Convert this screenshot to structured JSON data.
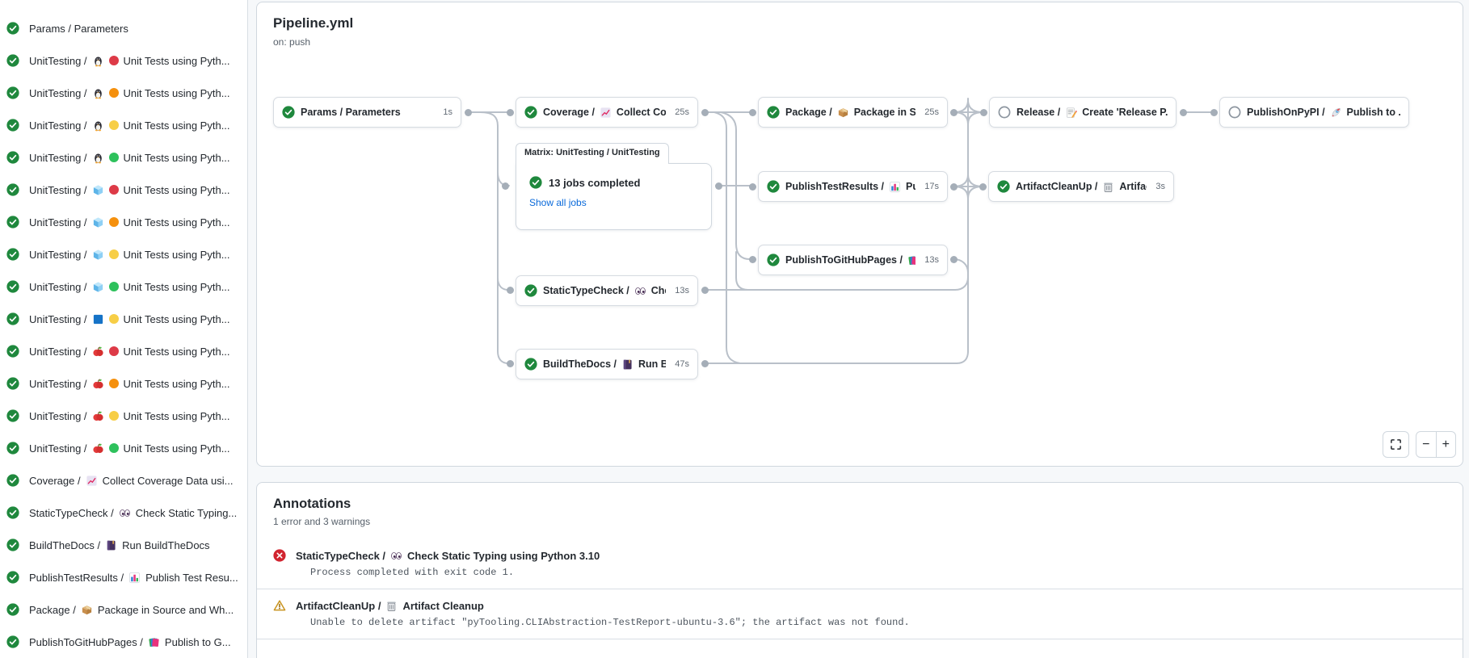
{
  "sidebar": {
    "items": [
      {
        "status": "success",
        "name": "Params / Parameters"
      },
      {
        "status": "success",
        "name": "UnitTesting /",
        "icon": "linux-icon",
        "dot": "#dd3a47",
        "step": "Unit Tests using Pyth..."
      },
      {
        "status": "success",
        "name": "UnitTesting /",
        "icon": "linux-icon",
        "dot": "#f5900d",
        "step": "Unit Tests using Pyth..."
      },
      {
        "status": "success",
        "name": "UnitTesting /",
        "icon": "linux-icon",
        "dot": "#f7ce46",
        "step": "Unit Tests using Pyth..."
      },
      {
        "status": "success",
        "name": "UnitTesting /",
        "icon": "linux-icon",
        "dot": "#2ec15c",
        "step": "Unit Tests using Pyth..."
      },
      {
        "status": "success",
        "name": "UnitTesting /",
        "icon": "ice-cube-icon",
        "dot": "#dd3a47",
        "step": "Unit Tests using Pyth..."
      },
      {
        "status": "success",
        "name": "UnitTesting /",
        "icon": "ice-cube-icon",
        "dot": "#f5900d",
        "step": "Unit Tests using Pyth..."
      },
      {
        "status": "success",
        "name": "UnitTesting /",
        "icon": "ice-cube-icon",
        "dot": "#f7ce46",
        "step": "Unit Tests using Pyth..."
      },
      {
        "status": "success",
        "name": "UnitTesting /",
        "icon": "ice-cube-icon",
        "dot": "#2ec15c",
        "step": "Unit Tests using Pyth..."
      },
      {
        "status": "success",
        "name": "UnitTesting /",
        "icon": "windows-icon",
        "dot": "#f7ce46",
        "step": "Unit Tests using Pyth..."
      },
      {
        "status": "success",
        "name": "UnitTesting /",
        "icon": "apple-icon",
        "dot": "#dd3a47",
        "step": "Unit Tests using Pyth..."
      },
      {
        "status": "success",
        "name": "UnitTesting /",
        "icon": "apple-icon",
        "dot": "#f5900d",
        "step": "Unit Tests using Pyth..."
      },
      {
        "status": "success",
        "name": "UnitTesting /",
        "icon": "apple-icon",
        "dot": "#f7ce46",
        "step": "Unit Tests using Pyth..."
      },
      {
        "status": "success",
        "name": "UnitTesting /",
        "icon": "apple-icon",
        "dot": "#2ec15c",
        "step": "Unit Tests using Pyth..."
      },
      {
        "status": "success",
        "name": "Coverage /",
        "icon": "chart-increasing-icon",
        "step": "Collect Coverage Data usi..."
      },
      {
        "status": "success",
        "name": "StaticTypeCheck /",
        "icon": "eyes-icon",
        "step": "Check Static Typing..."
      },
      {
        "status": "success",
        "name": "BuildTheDocs /",
        "icon": "book-icon",
        "step": "Run BuildTheDocs"
      },
      {
        "status": "success",
        "name": "PublishTestResults /",
        "icon": "bar-chart-icon",
        "step": "Publish Test Resu..."
      },
      {
        "status": "success",
        "name": "Package /",
        "icon": "package-icon",
        "step": "Package in Source and Wh..."
      },
      {
        "status": "success",
        "name": "PublishToGitHubPages /",
        "icon": "books-icon",
        "step": "Publish to G..."
      }
    ]
  },
  "pipeline": {
    "title": "Pipeline.yml",
    "trigger": "on: push",
    "matrix": {
      "tab": "Matrix: UnitTesting / UnitTesting",
      "status": "success",
      "summary": "13 jobs completed",
      "link": "Show all jobs"
    },
    "nodes": [
      {
        "id": "params",
        "status": "success",
        "name": "Params / Parameters",
        "duration": "1s"
      },
      {
        "id": "coverage",
        "status": "success",
        "name": "Coverage /",
        "icon": "chart-increasing-icon",
        "step": "Collect Cove...",
        "duration": "25s"
      },
      {
        "id": "package",
        "status": "success",
        "name": "Package /",
        "icon": "package-icon",
        "step": "Package in So...",
        "duration": "25s"
      },
      {
        "id": "release",
        "status": "skipped",
        "name": "Release /",
        "icon": "memo-icon",
        "step": "Create 'Release P...",
        "duration": ""
      },
      {
        "id": "publishonpypi",
        "status": "skipped",
        "name": "PublishOnPyPI /",
        "icon": "rocket-icon",
        "step": "Publish to ...",
        "duration": ""
      },
      {
        "id": "publishtestresults",
        "status": "success",
        "name": "PublishTestResults /",
        "icon": "bar-chart-icon",
        "step": "Pu...",
        "duration": "17s"
      },
      {
        "id": "artifactcleanup",
        "status": "success",
        "name": "ArtifactCleanUp /",
        "icon": "trash-icon",
        "step": "Artifac...",
        "duration": "3s"
      },
      {
        "id": "publishtogithubpages",
        "status": "success",
        "name": "PublishToGitHubPages /",
        "icon": "books-icon",
        "step": "...",
        "duration": "13s"
      },
      {
        "id": "statictypecheck",
        "status": "success",
        "name": "StaticTypeCheck /",
        "icon": "eyes-icon",
        "step": "Chec...",
        "duration": "13s"
      },
      {
        "id": "buildthedocs",
        "status": "success",
        "name": "BuildTheDocs /",
        "icon": "book-icon",
        "step": "Run Buil...",
        "duration": "47s"
      }
    ],
    "zoom_controls": {
      "zoom_out": "−",
      "zoom_in": "+"
    }
  },
  "annotations": {
    "title": "Annotations",
    "summary": "1 error and 3 warnings",
    "items": [
      {
        "type": "error",
        "job": "StaticTypeCheck /",
        "icon": "eyes-icon",
        "step": "Check Static Typing using Python 3.10",
        "message": "Process completed with exit code 1."
      },
      {
        "type": "warning",
        "job": "ArtifactCleanUp /",
        "icon": "trash-icon",
        "step": "Artifact Cleanup",
        "message": "Unable to delete artifact \"pyTooling.CLIAbstraction-TestReport-ubuntu-3.6\"; the artifact was not found."
      }
    ]
  },
  "colors": {
    "success": "#1f883d",
    "error": "#d1242f",
    "warning": "#bf8700",
    "link": "#0969da",
    "edge": "#b9c0c9"
  }
}
